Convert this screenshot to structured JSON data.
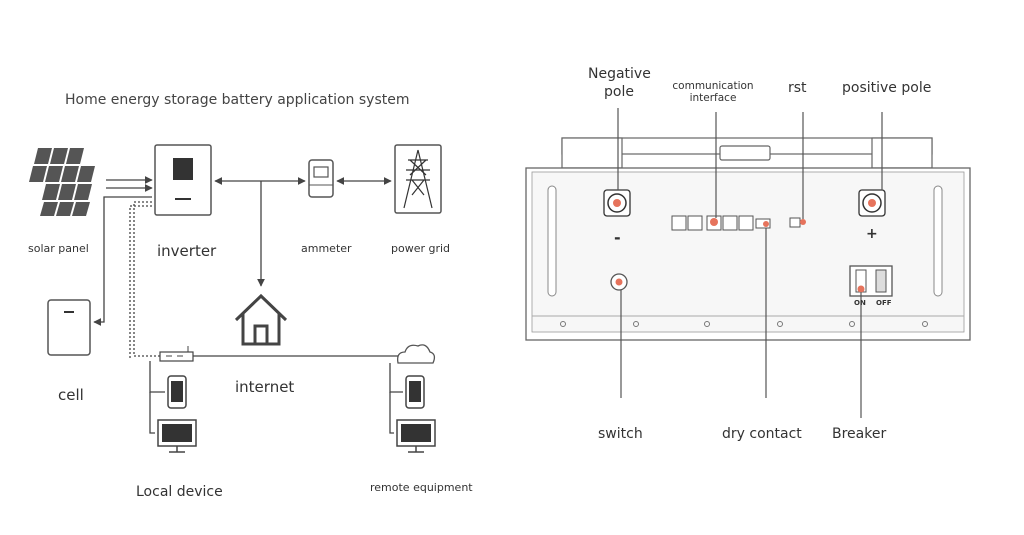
{
  "left": {
    "title": "Home energy storage battery application system",
    "labels": {
      "solar_panel": "solar panel",
      "inverter": "inverter",
      "ammeter": "ammeter",
      "power_grid": "power grid",
      "cell": "cell",
      "internet": "internet",
      "local_device": "Local device",
      "remote_equipment": "remote equipment"
    }
  },
  "right": {
    "labels": {
      "negative_pole": "Negative pole",
      "communication_interface": "communication interface",
      "rst": "rst",
      "positive_pole": "positive pole",
      "switch": "switch",
      "dry_contact": "dry contact",
      "breaker": "Breaker"
    },
    "panel_marks": {
      "minus": "-",
      "plus": "+",
      "on": "ON",
      "off": "OFF"
    }
  },
  "colors": {
    "line": "#444444",
    "highlight": "#e6735c",
    "panel": "#e9e9e9"
  }
}
